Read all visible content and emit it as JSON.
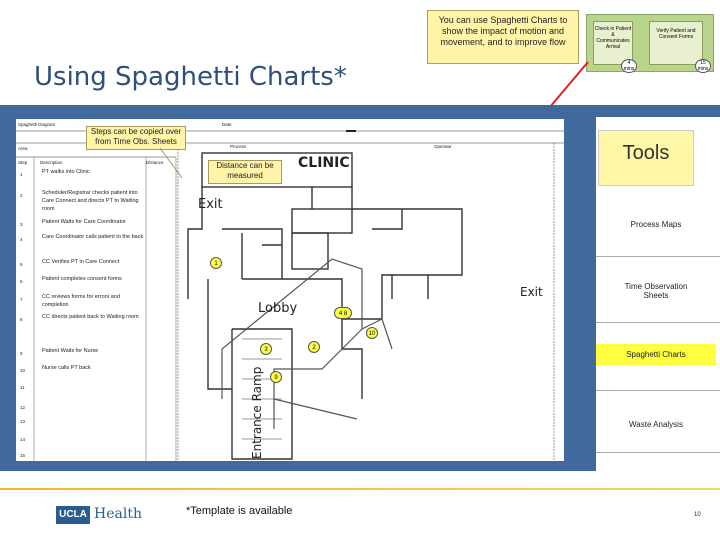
{
  "slide": {
    "title": "Using Spaghetti Charts*",
    "top_callout": "You can use Spaghetti Charts to show the impact of motion and movement, and to improve flow",
    "template_note": "*Template is available",
    "page_number": "10",
    "footer_logo_ucla": "UCLA",
    "footer_logo_health": "Health"
  },
  "thumbnail": {
    "box1": "Check in Patient & Communicates Arrival",
    "box2": "Verify Patient and Consent Forms",
    "circle1": "4 mins",
    "circle2": "15 mins"
  },
  "callouts": {
    "steps": "Steps can be copied over from Time Obs. Sheets",
    "distance": "Distance can be measured"
  },
  "worksheet": {
    "header_title": "Spaghetti Diagram",
    "header_date": "Date",
    "label_area": "Area",
    "label_process": "Process",
    "label_operator": "Operator",
    "col_step": "Step",
    "col_description": "Description",
    "col_distance": "Distance",
    "rows": [
      {
        "num": "1",
        "desc": "PT walks into Clinic"
      },
      {
        "num": "2",
        "desc": "Scheduler/Registrar checks patient into Care Connect and directs PT to Waiting room"
      },
      {
        "num": "3",
        "desc": "Patient Waits for Care Coordinator"
      },
      {
        "num": "4",
        "desc": "Care Coordinator calls patient to the back"
      },
      {
        "num": "5",
        "desc": "CC Verifies PT in Care Connect"
      },
      {
        "num": "6",
        "desc": "Patient completes consent forms"
      },
      {
        "num": "7",
        "desc": "CC reviews forms for errors and completion"
      },
      {
        "num": "8",
        "desc": "CC directs patient back to Waiting room"
      },
      {
        "num": "9",
        "desc": "Patient Waits for Nurse"
      },
      {
        "num": "10",
        "desc": "Nurse calls PT back"
      },
      {
        "num": "11",
        "desc": ""
      },
      {
        "num": "12",
        "desc": ""
      },
      {
        "num": "13",
        "desc": ""
      },
      {
        "num": "14",
        "desc": ""
      },
      {
        "num": "15",
        "desc": ""
      }
    ]
  },
  "floorplan": {
    "clinic_label": "CLINIC",
    "exit_left": "Exit",
    "exit_right": "Exit",
    "lobby": "Lobby",
    "ramp": "Entrance Ramp",
    "nodes": [
      "1",
      "4 8",
      "10",
      "3",
      "2",
      "9"
    ]
  },
  "tools": {
    "title": "Tools",
    "items": [
      {
        "label": "Process Maps"
      },
      {
        "label": "Time Observation Sheets"
      },
      {
        "label": "Spaghetti Charts"
      },
      {
        "label": "Waste Analysis"
      }
    ]
  },
  "colors": {
    "frame_blue": "#41699c",
    "callout_yellow": "#fff4a8",
    "highlight_yellow": "#ffff40",
    "thumbnail_green": "#b9d48b"
  }
}
